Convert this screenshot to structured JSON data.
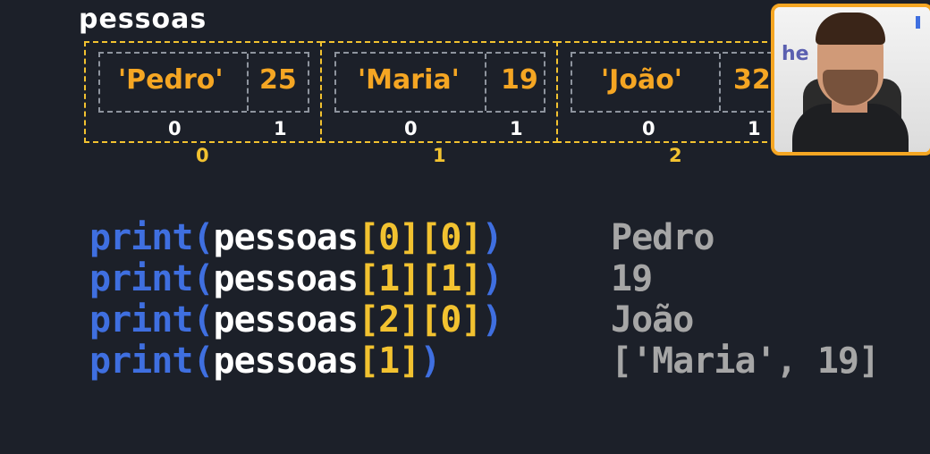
{
  "title": "pessoas",
  "list": [
    {
      "index": "0",
      "items": [
        {
          "value": "'Pedro'",
          "index": "0"
        },
        {
          "value": "25",
          "index": "1"
        }
      ]
    },
    {
      "index": "1",
      "items": [
        {
          "value": "'Maria'",
          "index": "0"
        },
        {
          "value": "19",
          "index": "1"
        }
      ]
    },
    {
      "index": "2",
      "items": [
        {
          "value": "'João'",
          "index": "0"
        },
        {
          "value": "32",
          "index": "1"
        }
      ]
    }
  ],
  "code": [
    {
      "fn": "print(",
      "var": "pessoas",
      "idx": "[0][0]",
      "close": ")",
      "output": "Pedro"
    },
    {
      "fn": "print(",
      "var": "pessoas",
      "idx": "[1][1]",
      "close": ")",
      "output": "19"
    },
    {
      "fn": "print(",
      "var": "pessoas",
      "idx": "[2][0]",
      "close": ")",
      "output": "João"
    },
    {
      "fn": "print(",
      "var": "pessoas",
      "idx": "[1]",
      "close": ")",
      "output": "['Maria', 19]"
    }
  ],
  "colors": {
    "background": "#1c2029",
    "keyword": "#3f6fe0",
    "bracket": "#f2c230",
    "value": "#f5a623",
    "output": "#a6a6a6"
  }
}
